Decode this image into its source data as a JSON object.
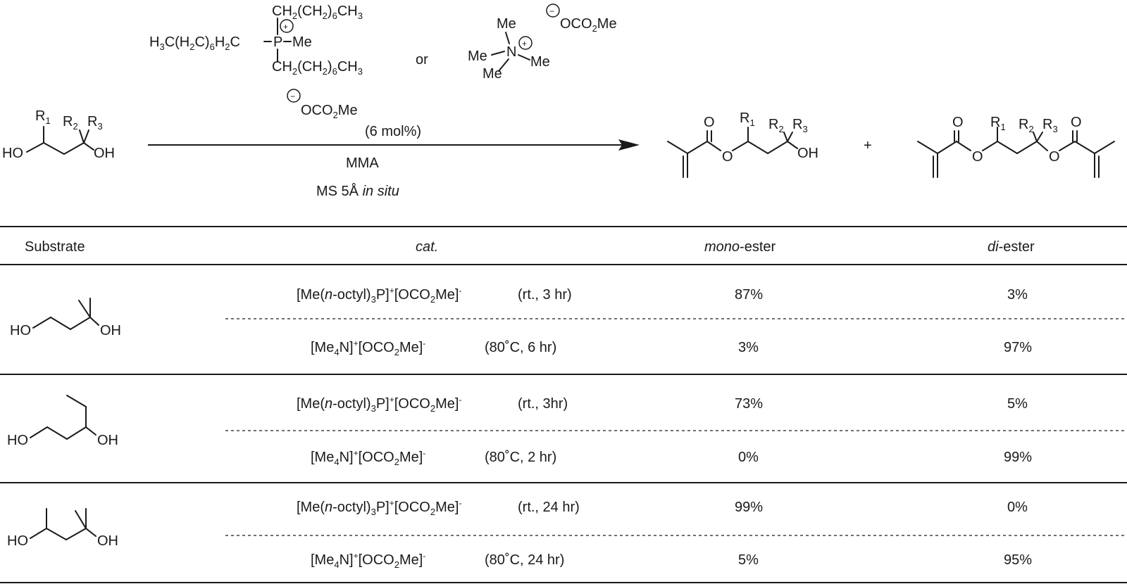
{
  "reaction": {
    "catalyst_phosphonium": {
      "chain": "CH",
      "chain_sub1": "2",
      "chain_mid": "(CH",
      "chain_sub2": "2",
      "chain_end": ")",
      "chain_sub3": "6",
      "chain_tail": "CH",
      "chain_sub4": "3",
      "left_chain": "H",
      "left_sub1": "3",
      "left_mid": "C(H",
      "left_sub2": "2",
      "left_mid2": "C)",
      "left_sub3": "6",
      "left_tail": "H",
      "left_sub4": "2",
      "left_end": "C",
      "center": "P",
      "methyl": "Me",
      "charge": "+",
      "anion_charge": "−",
      "anion": "OCO",
      "anion_sub": "2",
      "anion_tail": "Me"
    },
    "or_label": "or",
    "catalyst_ammonium": {
      "center": "N",
      "methyl": "Me",
      "charge": "+",
      "anion_charge": "−",
      "anion": "OCO",
      "anion_sub": "2",
      "anion_tail": "Me"
    },
    "loading": "(6 mol%)",
    "reagent": "MMA",
    "additive": "MS 5Å",
    "additive_italic": "in situ",
    "substrate_labels": {
      "r1": "R",
      "r1_sub": "1",
      "r2": "R",
      "r2_sub": "2",
      "r3": "R",
      "r3_sub": "3",
      "ho": "HO",
      "oh": "OH"
    },
    "product_labels": {
      "o": "O",
      "oh": "OH",
      "plus": "+"
    }
  },
  "table": {
    "headers": {
      "substrate": "Substrate",
      "cat": "cat.",
      "mono_italic": "mono",
      "mono_rest": "-ester",
      "di_italic": "di",
      "di_rest": "-ester"
    },
    "cat_parts": {
      "p_open": "[Me(",
      "p_n": "n",
      "p_octyl": "-octyl)",
      "p_sub": "3",
      "p_P": "P]",
      "plus": "+",
      "anion_open": "[OCO",
      "anion_sub": "2",
      "anion_close": "Me]",
      "minus": "-",
      "n_open": "[Me",
      "n_sub": "4",
      "n_close": "N]"
    },
    "substrate_text": {
      "ho": "HO",
      "oh": "OH"
    },
    "rows": [
      {
        "cat": "P",
        "cond": "(rt., 3 hr)",
        "mono": "87%",
        "di": "3%"
      },
      {
        "cat": "N",
        "cond": "(80˚C, 6 hr)",
        "mono": "3%",
        "di": "97%"
      },
      {
        "cat": "P",
        "cond": "(rt., 3hr)",
        "mono": "73%",
        "di": "5%"
      },
      {
        "cat": "N",
        "cond": "(80˚C, 2 hr)",
        "mono": "0%",
        "di": "99%"
      },
      {
        "cat": "P",
        "cond": "(rt., 24 hr)",
        "mono": "99%",
        "di": "0%"
      },
      {
        "cat": "N",
        "cond": "(80˚C, 24 hr)",
        "mono": "5%",
        "di": "95%"
      }
    ]
  }
}
